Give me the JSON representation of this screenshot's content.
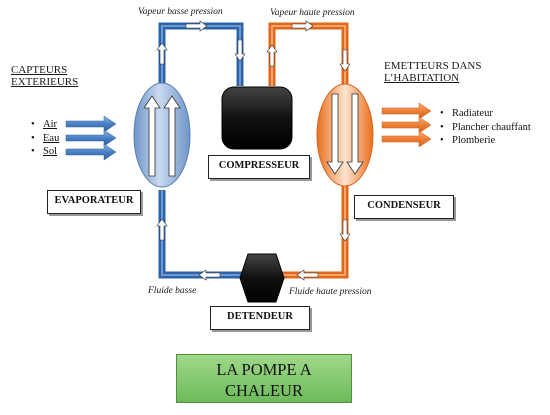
{
  "diagram": {
    "pipe_labels": {
      "low_pressure_vapor": "Vapeur basse pression",
      "high_pressure_vapor": "Vapeur haute pression",
      "low_fluid": "Fluide basse",
      "high_pressure_fluid": "Fluide haute pression"
    },
    "components": {
      "evaporator": "EVAPORATEUR",
      "compressor": "COMPRESSEUR",
      "condenser": "CONDENSEUR",
      "expander": "DETENDEUR"
    },
    "left_group": {
      "title_line1": "CAPTEURS",
      "title_line2": "EXTERIEURS",
      "items": [
        "Air",
        "Eau",
        "Sol"
      ]
    },
    "right_group": {
      "title_line1": "EMETTEURS DANS",
      "title_line2": "L’HABITATION",
      "items": [
        "Radiateur",
        "Plancher chauffant",
        "Plomberie"
      ]
    },
    "title_line1": "LA POMPE A",
    "title_line2": "CHALEUR",
    "colors": {
      "cold_pipe": "#3a6fb0",
      "hot_pipe": "#e8701e",
      "evaporator": "#a9c3e6",
      "condenser": "#f4a26c",
      "title_fill": "#7fc66a"
    }
  }
}
